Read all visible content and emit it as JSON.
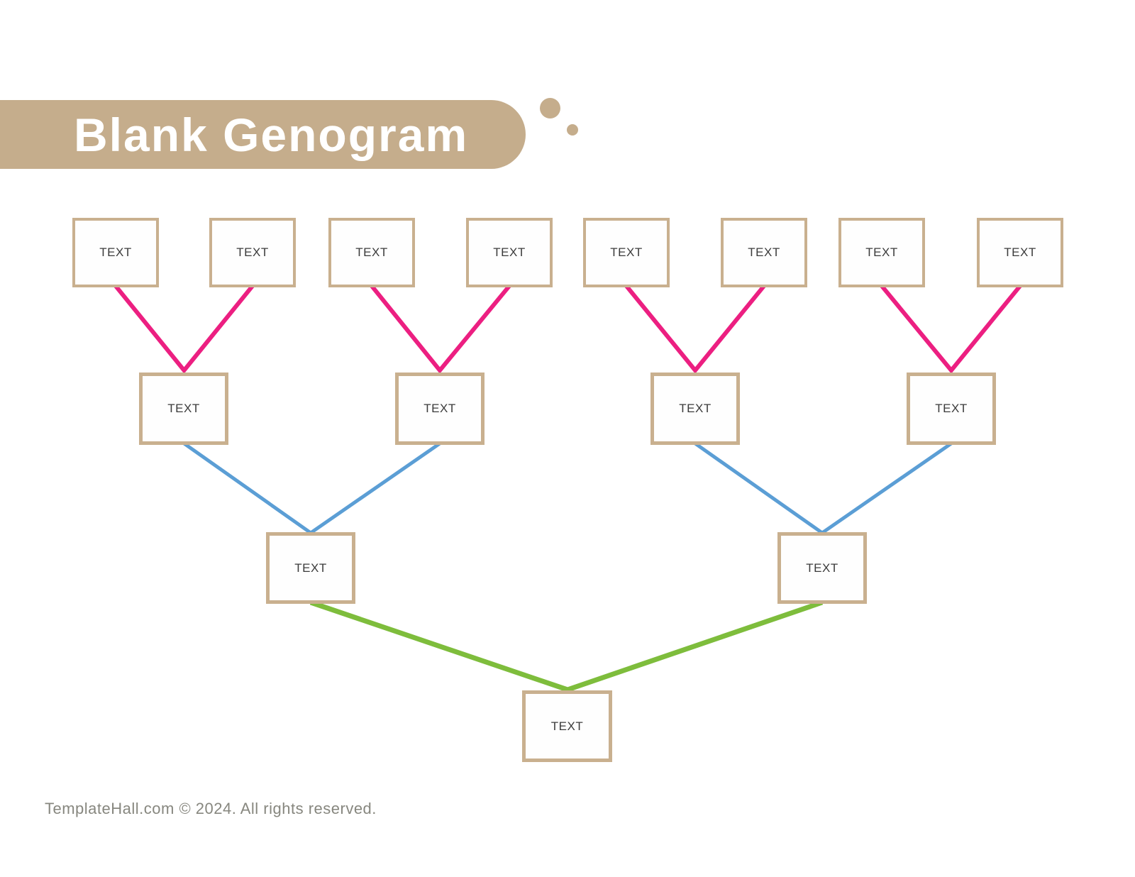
{
  "page": {
    "title": "Blank Genogram",
    "footer": "TemplateHall.com © 2024. All rights reserved."
  },
  "colors": {
    "banner-tan": "#c5ad8c",
    "box-border-tan": "#c9b08f",
    "pink-link": "#ec1f81",
    "blue-link": "#5b9ed5",
    "green-link": "#7ebd3c",
    "label-dark": "#3b3b3b",
    "footer-gray": "#87877f"
  },
  "genogram": {
    "generations": [
      {
        "name": "generation-1-top-row",
        "nodes": [
          {
            "label": "TEXT"
          },
          {
            "label": "TEXT"
          },
          {
            "label": "TEXT"
          },
          {
            "label": "TEXT"
          },
          {
            "label": "TEXT"
          },
          {
            "label": "TEXT"
          },
          {
            "label": "TEXT"
          },
          {
            "label": "TEXT"
          }
        ]
      },
      {
        "name": "generation-2-second-row",
        "nodes": [
          {
            "label": "TEXT"
          },
          {
            "label": "TEXT"
          },
          {
            "label": "TEXT"
          },
          {
            "label": "TEXT"
          }
        ]
      },
      {
        "name": "generation-3-third-row",
        "nodes": [
          {
            "label": "TEXT"
          },
          {
            "label": "TEXT"
          }
        ]
      },
      {
        "name": "generation-4-bottom",
        "nodes": [
          {
            "label": "TEXT"
          }
        ]
      }
    ]
  }
}
